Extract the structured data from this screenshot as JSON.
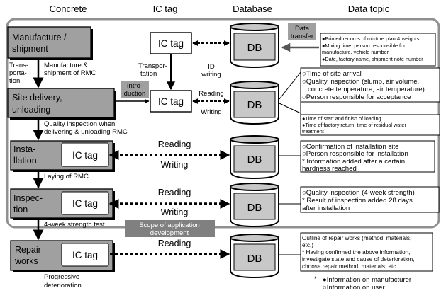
{
  "headers": {
    "concrete": "Concrete",
    "ic_tag": "IC tag",
    "database": "Database",
    "data_topic": "Data topic"
  },
  "stages": {
    "manufacture": [
      "Manufacture /",
      "shipment"
    ],
    "site_delivery": [
      "Site delivery,",
      "unloading"
    ],
    "installation": [
      "Insta-",
      "llation"
    ],
    "inspection": [
      "Inspec-",
      "tion"
    ],
    "repair": [
      "Repair",
      "works"
    ]
  },
  "ic_tag_label": "IC tag",
  "db_label": "DB",
  "arrow_labels": {
    "transportation_left": [
      "Trans-",
      "porta-",
      "tion"
    ],
    "manufacture_shipment_rmc": [
      "Manufacture &",
      "shipment of RMC"
    ],
    "transportation_right": [
      "Transpor-",
      "tation"
    ],
    "id_writing": [
      "ID",
      "writing"
    ],
    "introduction": [
      "Intro-",
      "duction"
    ],
    "data_transfer": [
      "Data",
      "transfer"
    ],
    "quality_inspection_rmc": [
      "Quality inspection when",
      "delivering & unloading RMC"
    ],
    "laying": "Laying of RMC",
    "strength_test": "4-week strength test",
    "progressive": [
      "Progressive",
      "deterioration"
    ],
    "scope": [
      "Scope of application",
      "development"
    ],
    "reading": "Reading",
    "writing": "Writing"
  },
  "topics": {
    "manufacture": [
      "●Printed records of mixture plan & weights",
      "●Mixing time, person responsible for",
      "manufacture, vehicle number",
      "●Date, factory name, shipment note number"
    ],
    "delivery_user": [
      "○Time of site arrival",
      "○Quality inspection (slump, air volume,",
      "concrete temperature, air temperature)",
      "○Person responsible for acceptance"
    ],
    "delivery_manufacturer": [
      "●Time of start and finish of loading",
      "●Time of factory return, time of residual water",
      "treatment"
    ],
    "installation": [
      "○Confirmation of installation site",
      "○Person responsible for installation",
      "* Information added after a certain",
      "hardness reached"
    ],
    "inspection": [
      "○Quality inspection (4-week strength)",
      "* Result of inspection added 28 days",
      "after installation"
    ],
    "repair": [
      "Outline of repair works (method, materials,",
      "etc.)",
      "* Having confirmed the above information,",
      "investigate state and cause of deterioration,",
      "choose repair method, materials, etc."
    ]
  },
  "legend": {
    "star": "*",
    "manufacturer": "●Information on manufacturer",
    "user": "○Information on user"
  }
}
